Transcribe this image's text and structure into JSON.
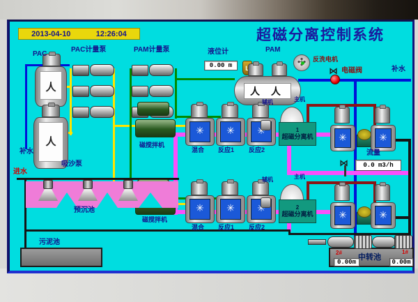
{
  "window": {
    "date": "2013-04-10",
    "time": "12:26:04",
    "title": "超磁分离控制系统"
  },
  "dosing": {
    "pac_label": "PAC",
    "pac_pump_label": "PAC计量泵",
    "pam_pump_label": "PAM计量泵",
    "pam_label": "PAM",
    "level_meter_label": "液位计",
    "level_value": "0.00 m",
    "backwash_motor_label": "反洗电机",
    "solenoid_valve_label": "电磁阀",
    "makeup_water_top": "补水",
    "makeup_water_left": "补水"
  },
  "intake": {
    "inlet_label": "进水",
    "sand_pump_label": "吸沙泵",
    "presettling_pool_label": "预沉池",
    "sludge_pool_label": "污泥池"
  },
  "trains": [
    {
      "agitator_label": "磁搅拌机",
      "mix_label": "混合",
      "react1_label": "反应1",
      "react2_label": "反应2",
      "aux_label": "辅机",
      "main_label": "主机",
      "separator_no": "1",
      "separator_label": "超磁分离机"
    },
    {
      "agitator_label": "磁搅拌机",
      "mix_label": "混合",
      "react1_label": "反应1",
      "react2_label": "反应2",
      "aux_label": "辅机",
      "main_label": "主机",
      "separator_no": "2",
      "separator_label": "超磁分离机"
    }
  ],
  "outlet": {
    "flow_label": "流量",
    "flow_value": "0.0 m3/h",
    "transfer_pool_label": "中转池",
    "pool2_tag": "2#",
    "pool2_level": "0.00m",
    "pool1_tag": "1#",
    "pool1_level": "0.00m"
  },
  "colors": {
    "screen_bg": "#00dde0",
    "datetime_bg": "#e9d70c",
    "label_navy": "#14148c",
    "label_red": "#d00000",
    "label_darkred": "#8b0f0f",
    "pipe_yellow": "#ffe400",
    "pipe_green": "#008a00",
    "pipe_blue": "#0012d8",
    "pipe_magenta": "#fa50fa",
    "pipe_darkred": "#8c1515",
    "pipe_black": "#151515",
    "pool_pink": "#ef7cd8",
    "separator_green": "#12997f",
    "alarm_red": "#e80000",
    "tank_liquid_blue": "#1b59d8"
  }
}
